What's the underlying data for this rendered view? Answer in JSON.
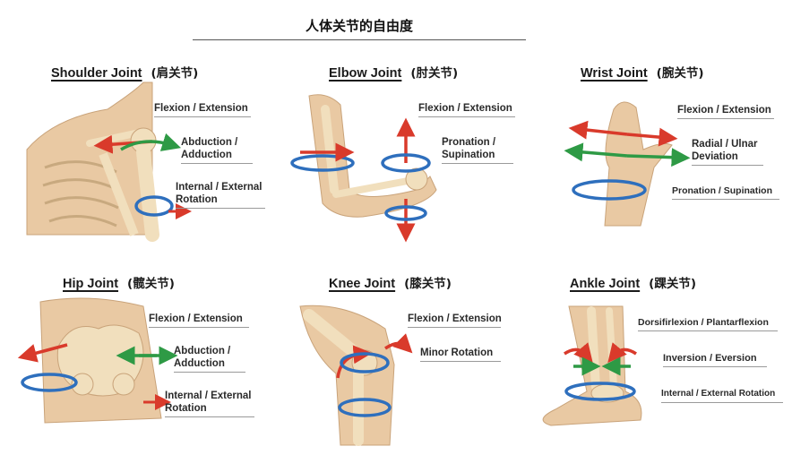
{
  "title": "人体关节的自由度",
  "colors": {
    "flexion": "#d93a2b",
    "abduction": "#2e9a45",
    "rotation": "#2e6fbd",
    "bone": "#f1dfbd",
    "skin": "#e9c9a3"
  },
  "panels": [
    {
      "id": "shoulder",
      "name": "Shoulder Joint",
      "cn": "(肩关节)",
      "labels": [
        "Flexion / Extension",
        "Abduction /",
        "Adduction",
        "Internal / External",
        "Rotation"
      ]
    },
    {
      "id": "elbow",
      "name": "Elbow Joint",
      "cn": "(肘关节)",
      "labels": [
        "Flexion / Extension",
        "Pronation /",
        "Supination"
      ]
    },
    {
      "id": "wrist",
      "name": "Wrist Joint",
      "cn": "(腕关节)",
      "labels": [
        "Flexion / Extension",
        "Radial / Ulnar",
        "Deviation",
        "Pronation / Supination"
      ]
    },
    {
      "id": "hip",
      "name": "Hip Joint",
      "cn": "(髋关节)",
      "labels": [
        "Flexion / Extension",
        "Abduction /",
        "Adduction",
        "Internal / External",
        "Rotation"
      ]
    },
    {
      "id": "knee",
      "name": "Knee Joint",
      "cn": "(膝关节)",
      "labels": [
        "Flexion / Extension",
        "Minor Rotation"
      ]
    },
    {
      "id": "ankle",
      "name": "Ankle Joint",
      "cn": "(踝关节)",
      "labels": [
        "Dorsifirlexion / Plantarflexion",
        "Inversion / Eversion",
        "Internal / External Rotation"
      ]
    }
  ]
}
